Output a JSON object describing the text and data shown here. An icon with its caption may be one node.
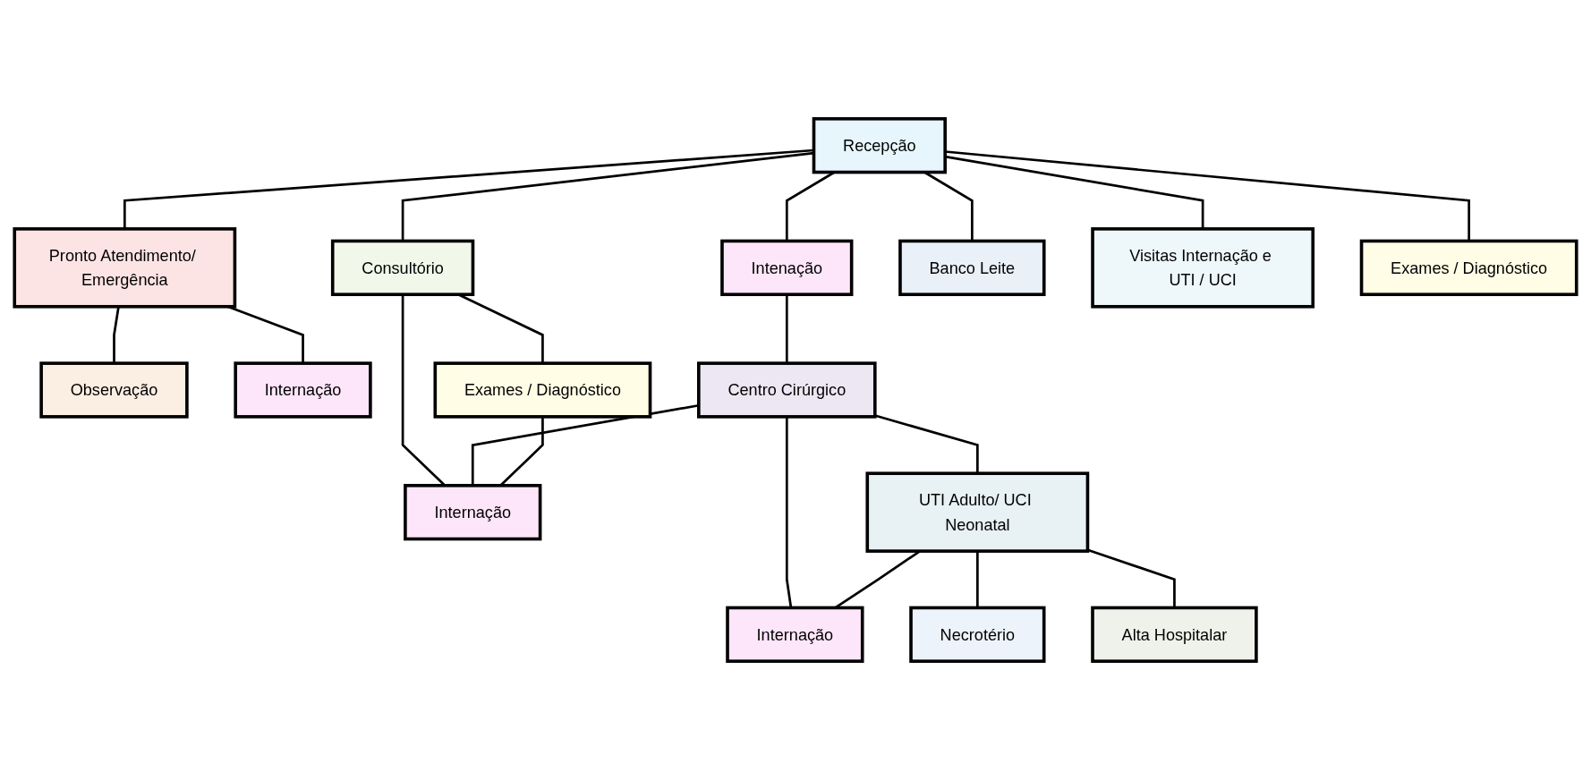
{
  "diagram": {
    "nodes": [
      {
        "text": [
          "Recepção"
        ]
      },
      {
        "text": [
          "Pronto Atendimento/ Emergência"
        ]
      },
      {
        "text": [
          "Intenação"
        ]
      },
      {
        "text": [
          "Consultório"
        ]
      },
      {
        "text": [
          "Banco Leite"
        ]
      },
      {
        "text": [
          "Visitas Internação e UTI / UCI"
        ]
      },
      {
        "text": [
          "Exames / Diagnóstico"
        ]
      },
      {
        "text": [
          "Observação"
        ]
      },
      {
        "text": [
          "Internação"
        ]
      },
      {
        "text": [
          "Centro Cirúrgico"
        ]
      },
      {
        "text": [
          "Internação"
        ]
      },
      {
        "text": [
          "Exames / Diagnóstico"
        ]
      },
      {
        "text": [
          "Internação"
        ]
      },
      {
        "text": [
          "UTI Adulto/ UCI Neonatal"
        ]
      },
      {
        "text": [
          "Necrotério"
        ]
      },
      {
        "text": [
          "Alta Hospitalar"
        ]
      }
    ],
    "edges": [
      {
        "from": 0,
        "to": 1,
        "arrow": "none"
      },
      {
        "from": 0,
        "to": 2,
        "arrow": "none"
      },
      {
        "from": 0,
        "to": 3,
        "arrow": "none"
      },
      {
        "from": 0,
        "to": 4,
        "arrow": "none"
      },
      {
        "from": 0,
        "to": 5,
        "arrow": "none"
      },
      {
        "from": 0,
        "to": 6,
        "arrow": "none"
      },
      {
        "from": 1,
        "to": 7,
        "arrow": "none"
      },
      {
        "from": 1,
        "to": 8,
        "arrow": "none"
      },
      {
        "from": 2,
        "to": 9,
        "arrow": "none"
      },
      {
        "from": 3,
        "to": 10,
        "arrow": "none"
      },
      {
        "from": 3,
        "to": 11,
        "arrow": "none"
      },
      {
        "from": 9,
        "to": 10,
        "arrow": "none"
      },
      {
        "from": 10,
        "to": 11,
        "arrow": "none"
      },
      {
        "from": 9,
        "to": 12,
        "arrow": "none"
      },
      {
        "from": 9,
        "to": 13,
        "arrow": "none"
      },
      {
        "from": 12,
        "to": 13,
        "arrow": "none"
      },
      {
        "from": 13,
        "to": 14,
        "arrow": "none"
      },
      {
        "from": 13,
        "to": 15,
        "arrow": "none"
      }
    ]
  }
}
